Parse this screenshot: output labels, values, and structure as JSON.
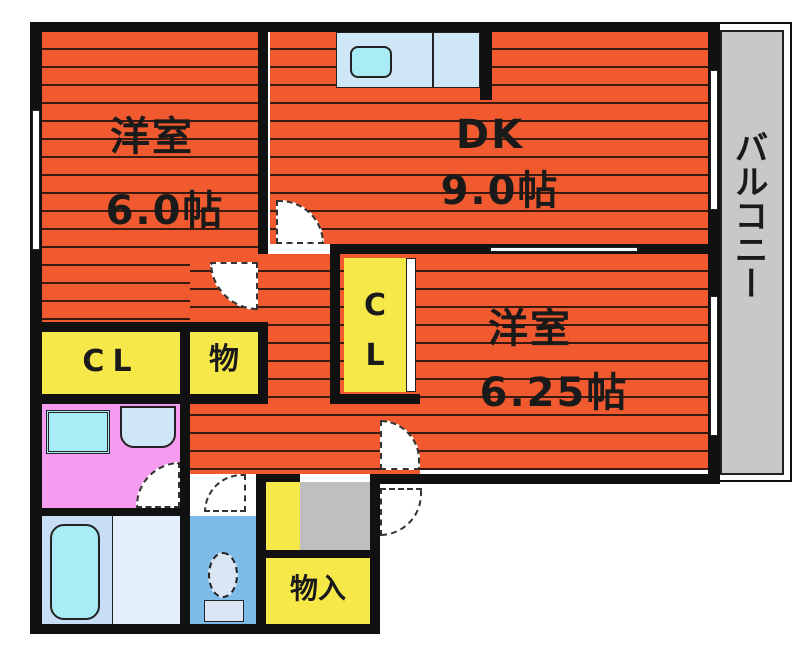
{
  "floorplan": {
    "rooms": {
      "western_room_1": {
        "name": "洋室",
        "size": "6.0帖"
      },
      "dining_kitchen": {
        "name": "DK",
        "size": "9.0帖"
      },
      "western_room_2": {
        "name": "洋室",
        "size": "6.25帖"
      },
      "closet_1": {
        "name": "CL"
      },
      "storage_small": {
        "name": "物"
      },
      "closet_2": {
        "name_line1": "C",
        "name_line2": "L"
      },
      "storage_entry": {
        "name": "物入"
      },
      "balcony": {
        "name": "バルコニー"
      }
    },
    "colors": {
      "floor": "#f05a2e",
      "closet": "#f7e84a",
      "washroom": "#f59cf0",
      "bathroom": "#c8def5",
      "toilet": "#7dbce8",
      "kitchen_counter": "#cfe6f7",
      "balcony": "#c8c8c8",
      "entrance": "#bfbfbf",
      "wall": "#111111"
    }
  }
}
